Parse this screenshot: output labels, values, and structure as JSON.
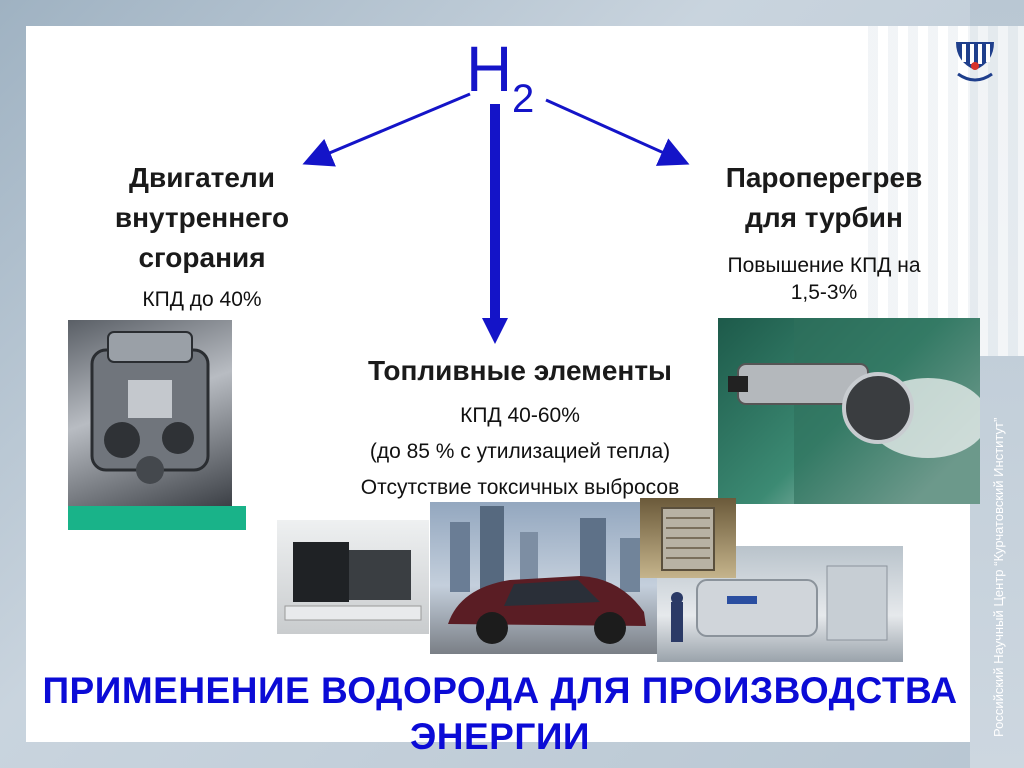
{
  "formula": {
    "symbol": "H",
    "subscript": "2"
  },
  "left_branch": {
    "title_lines": [
      "Двигатели",
      "внутреннего",
      "сгорания"
    ],
    "efficiency": "КПД до 40%"
  },
  "right_branch": {
    "title_lines": [
      "Пароперегрев",
      "для турбин"
    ],
    "efficiency_lines": [
      "Повышение КПД на",
      "1,5-3%"
    ]
  },
  "center_branch": {
    "title": "Топливные элементы",
    "lines": [
      "КПД 40-60%",
      "(до 85 % с утилизацией тепла)",
      "Отсутствие токсичных выбросов"
    ]
  },
  "slide_title_lines": [
    "ПРИМЕНЕНИЕ ВОДОРОДА ДЛЯ ПРОИЗВОДСТВА",
    "ЭНЕРГИИ"
  ],
  "side_caption": "Российский Научный Центр “Курчатовский Институт”",
  "colors": {
    "accent_blue": "#0b0bd6",
    "formula_blue": "#1414c8",
    "bar_green": "#19b389"
  },
  "icons": {
    "logo": "kurchatov-institute-logo"
  }
}
